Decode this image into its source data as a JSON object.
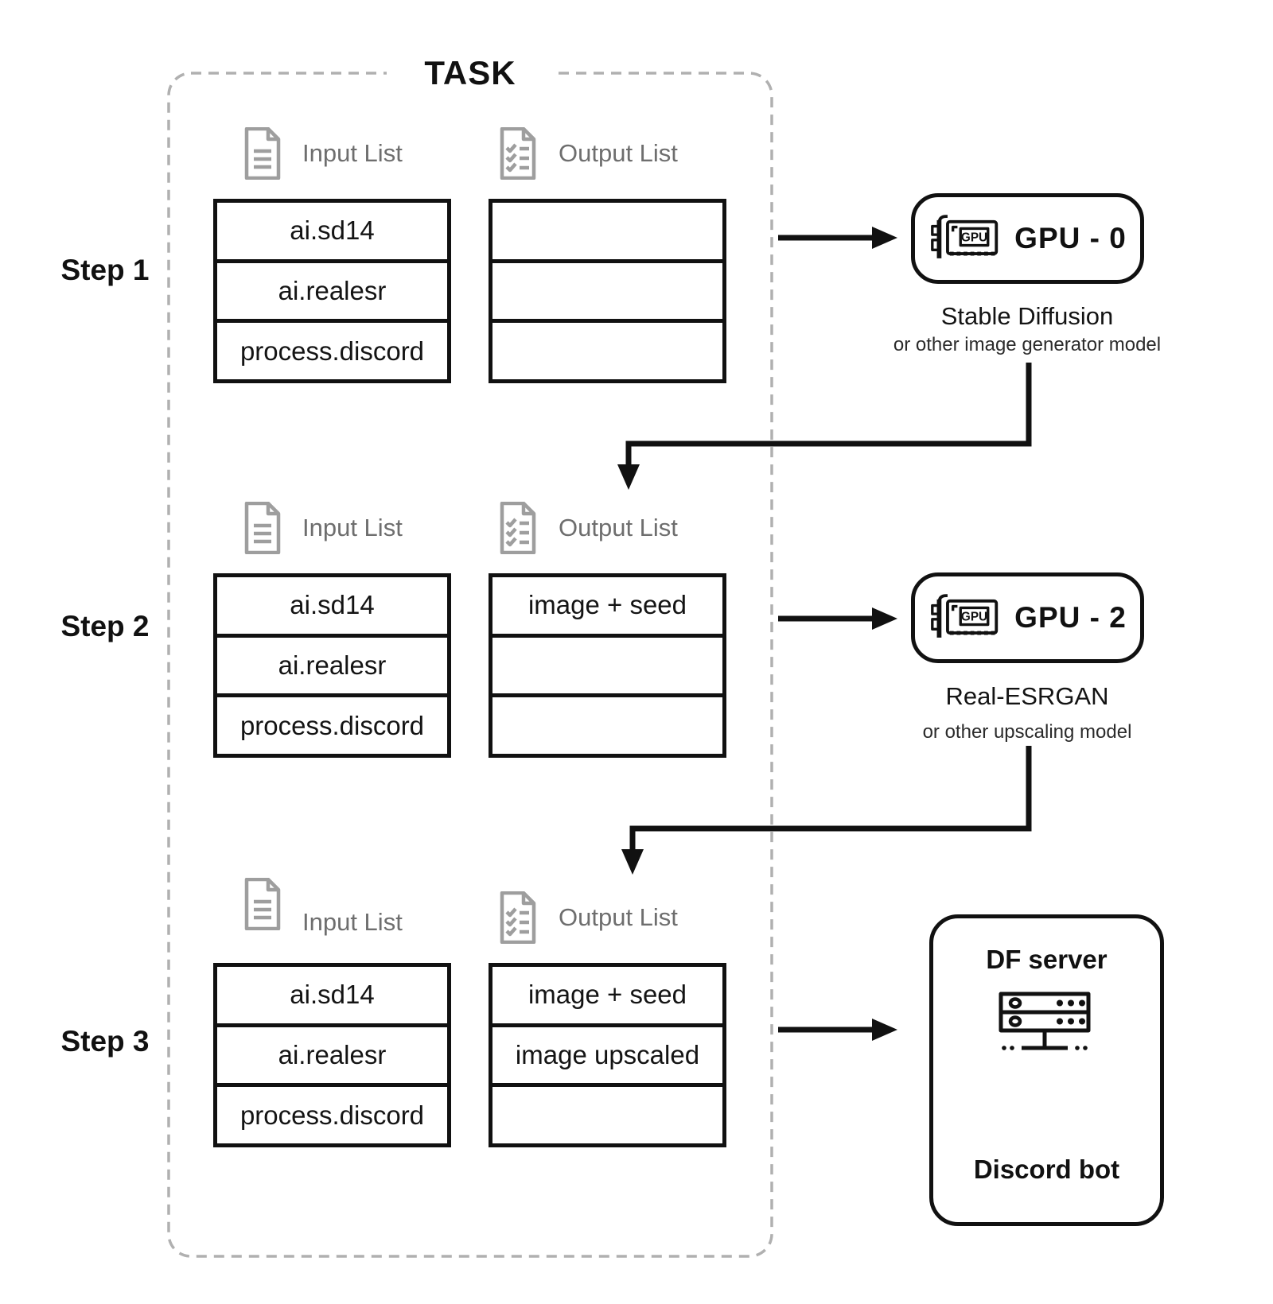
{
  "task_title": "TASK",
  "steps": [
    {
      "label": "Step 1",
      "input_header": "Input List",
      "output_header": "Output List",
      "input_rows": [
        "ai.sd14",
        "ai.realesr",
        "process.discord"
      ],
      "output_rows": [
        "",
        "",
        ""
      ]
    },
    {
      "label": "Step 2",
      "input_header": "Input List",
      "output_header": "Output List",
      "input_rows": [
        "ai.sd14",
        "ai.realesr",
        "process.discord"
      ],
      "output_rows": [
        "image + seed",
        "",
        ""
      ]
    },
    {
      "label": "Step 3",
      "input_header": "Input List",
      "output_header": "Output List",
      "input_rows": [
        "ai.sd14",
        "ai.realesr",
        "process.discord"
      ],
      "output_rows": [
        "image + seed",
        "image upscaled",
        ""
      ]
    }
  ],
  "processors": [
    {
      "chip_label": "GPU",
      "name": "GPU - 0",
      "title": "Stable Diffusion",
      "subtitle": "or other image generator model"
    },
    {
      "chip_label": "GPU",
      "name": "GPU - 2",
      "title": "Real-ESRGAN",
      "subtitle": "or other upscaling model"
    }
  ],
  "server": {
    "title": "DF server",
    "bottom_label": "Discord bot"
  },
  "colors": {
    "line": "#111111",
    "muted_text": "#6e6e6e",
    "muted_icon": "#9e9e9e",
    "dashed_border": "#b0b0b0"
  }
}
